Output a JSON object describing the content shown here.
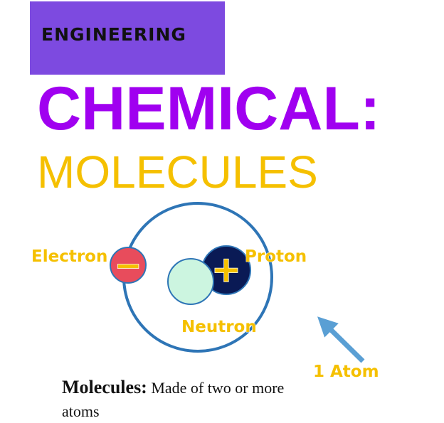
{
  "banner": {
    "label": "ENGINEERING",
    "color": "#7d4ae0"
  },
  "title": "CHEMICAL:",
  "subtitle": "MOLECULES",
  "atom": {
    "electron_label": "Electron",
    "proton_label": "Proton",
    "neutron_label": "Neutron",
    "electron_symbol": "−",
    "proton_symbol": "+",
    "colors": {
      "orbit": "#2e75b6",
      "electron": "#e84c5c",
      "proton": "#0a1a55",
      "neutron": "#ccf5e0",
      "label": "#f5c000"
    }
  },
  "pointer": {
    "label": "1 Atom",
    "arrow_color": "#5a9fd4"
  },
  "caption": {
    "term": "Molecules:",
    "definition": "Made of two or more atoms"
  }
}
